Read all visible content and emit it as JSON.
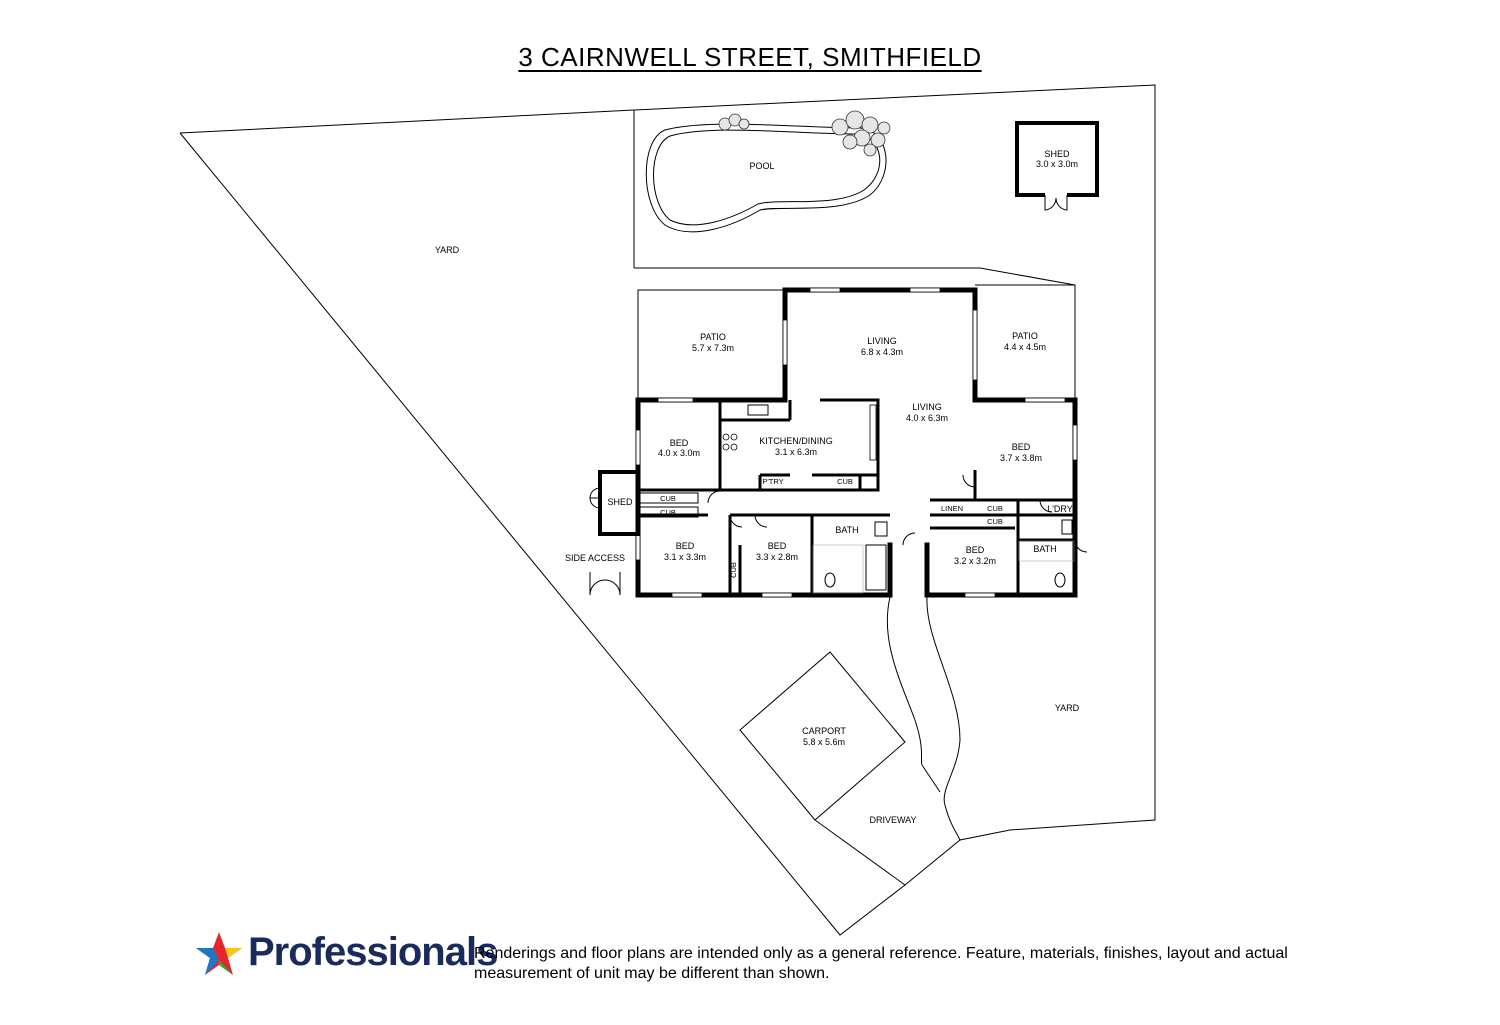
{
  "title": "3 CAIRNWELL STREET, SMITHFIELD",
  "labels": {
    "yard_top": "YARD",
    "yard_bottom": "YARD",
    "pool": "POOL",
    "shed_top": "SHED",
    "shed_top_dim": "3.0 x 3.0m",
    "patio_left": "PATIO",
    "patio_left_dim": "5.7 x 7.3m",
    "living_top": "LIVING",
    "living_top_dim": "6.8 x 4.3m",
    "patio_right": "PATIO",
    "patio_right_dim": "4.4 x 4.5m",
    "living_mid": "LIVING",
    "living_mid_dim": "4.0 x 6.3m",
    "kitchen": "KITCHEN/DINING",
    "kitchen_dim": "3.1 x 6.3m",
    "pantry": "P'TRY",
    "cub_kitchen": "CUB",
    "bed1": "BED",
    "bed1_dim": "4.0 x 3.0m",
    "bed_right": "BED",
    "bed_right_dim": "3.7 x 3.8m",
    "cub_left_1": "CUB",
    "cub_left_2": "CUB",
    "shed_side": "SHED",
    "bed2": "BED",
    "bed2_dim": "3.1 x 3.3m",
    "bed3": "BED",
    "bed3_dim": "3.3 x 2.8m",
    "cub_bed3": "CUB",
    "bath_mid": "BATH",
    "linen": "LINEN",
    "cub_r1": "CUB",
    "cub_r2": "CUB",
    "laundry": "L'DRY",
    "bath_right": "BATH",
    "bed4": "BED",
    "bed4_dim": "3.2 x 3.2m",
    "side_access": "SIDE ACCESS",
    "carport": "CARPORT",
    "carport_dim": "5.8 x 5.6m",
    "driveway": "DRIVEWAY"
  },
  "footer": {
    "brand": "Professionals",
    "disclaimer": "Renderings and floor plans are intended only as a general reference. Feature, materials, finishes, layout and actual measurement of unit may be different than shown."
  },
  "colors": {
    "brand_navy": "#1b2a5c",
    "star_red": "#e4262f",
    "star_blue": "#1f77c4",
    "star_green": "#39a935",
    "star_yellow": "#f7c51c"
  }
}
